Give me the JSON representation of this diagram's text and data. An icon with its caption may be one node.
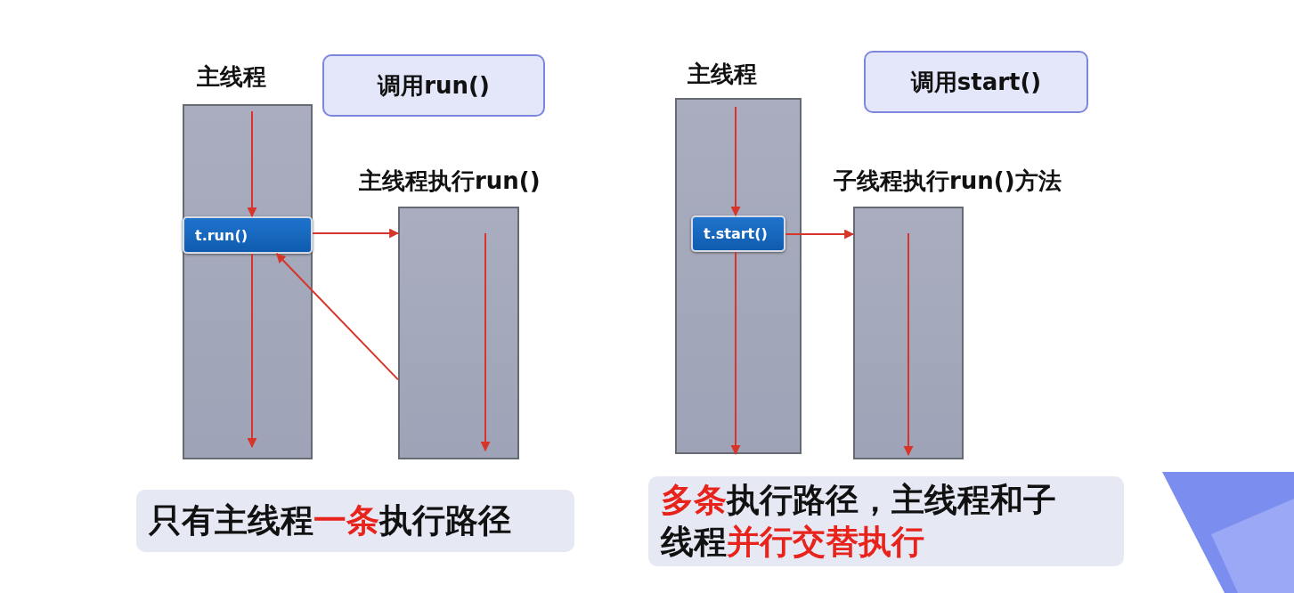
{
  "diagram": {
    "nodes": [
      {
        "text": [
          "主线程"
        ]
      },
      {
        "text": [
          "调用run()"
        ]
      },
      {
        "text": [
          "t.run()"
        ],
        "in": 0
      },
      {
        "text": [
          "主线程执行run()"
        ]
      },
      {
        "text": [
          "只有主线程**一条**执行路径"
        ]
      },
      {
        "text": [
          "主线程"
        ]
      },
      {
        "text": [
          "调用start()"
        ]
      },
      {
        "text": [
          "t.start()"
        ],
        "in": 5
      },
      {
        "text": [
          "子线程执行run()方法"
        ]
      },
      {
        "text": [
          "**多条**执行路径，主线程和子线程**并行交替执行**"
        ]
      }
    ],
    "edges": [
      {
        "from": null,
        "to": 2,
        "arrow": "to"
      },
      {
        "from": 2,
        "to": null,
        "arrow": "to"
      },
      {
        "from": 2,
        "to": 3,
        "arrow": "to"
      },
      {
        "from": 3,
        "to": 2,
        "arrow": "to"
      },
      {
        "from": null,
        "to": 7,
        "arrow": "to"
      },
      {
        "from": 7,
        "to": null,
        "arrow": "to"
      },
      {
        "from": 7,
        "to": 8,
        "arrow": "to"
      }
    ]
  }
}
